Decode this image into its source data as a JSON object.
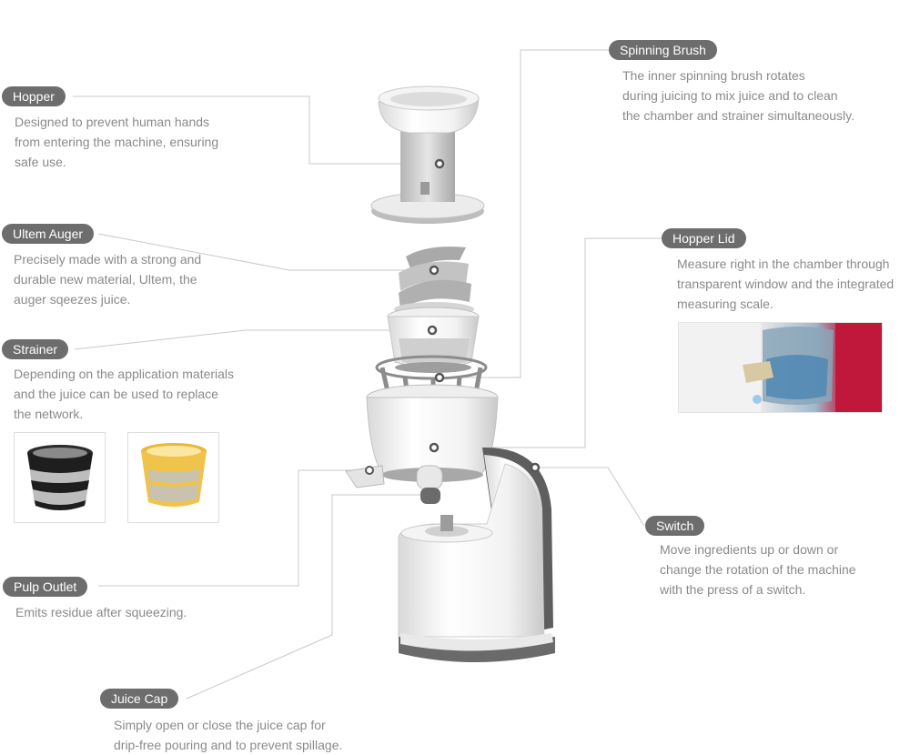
{
  "callouts": {
    "hopper": {
      "title": "Hopper",
      "desc": [
        "Designed to prevent human hands",
        "from entering the machine, ensuring",
        "safe use."
      ]
    },
    "ultem_auger": {
      "title": "Ultem Auger",
      "desc": [
        "Precisely made with a strong and",
        "durable new material, Ultem, the",
        "auger sqeezes juice."
      ]
    },
    "strainer": {
      "title": "Strainer",
      "desc": [
        "Depending on the application materials",
        "and the juice can be used to replace",
        "the network."
      ]
    },
    "pulp_outlet": {
      "title": "Pulp Outlet",
      "desc": [
        "Emits residue after squeezing."
      ]
    },
    "juice_cap": {
      "title": "Juice Cap",
      "desc": [
        "Simply open or close the juice cap for",
        "drip-free pouring and to prevent spillage."
      ]
    },
    "spinning_brush": {
      "title": "Spinning Brush",
      "desc": [
        "The inner spinning brush rotates",
        "during juicing to mix juice and to clean",
        "the chamber and strainer simultaneously."
      ]
    },
    "hopper_lid": {
      "title": "Hopper Lid",
      "desc": [
        "Measure right in the chamber through",
        "transparent window and the integrated",
        "measuring scale."
      ]
    },
    "switch": {
      "title": "Switch",
      "desc": [
        "Move ingredients up or down or",
        "change the rotation of the machine",
        "with the press of a switch."
      ]
    }
  },
  "colors": {
    "pill": "#6d6d6d",
    "text": "#8a8a8a",
    "line": "#c8c8c8",
    "accent_red": "#c0183a",
    "strainer_yellow": "#f0c44a"
  }
}
